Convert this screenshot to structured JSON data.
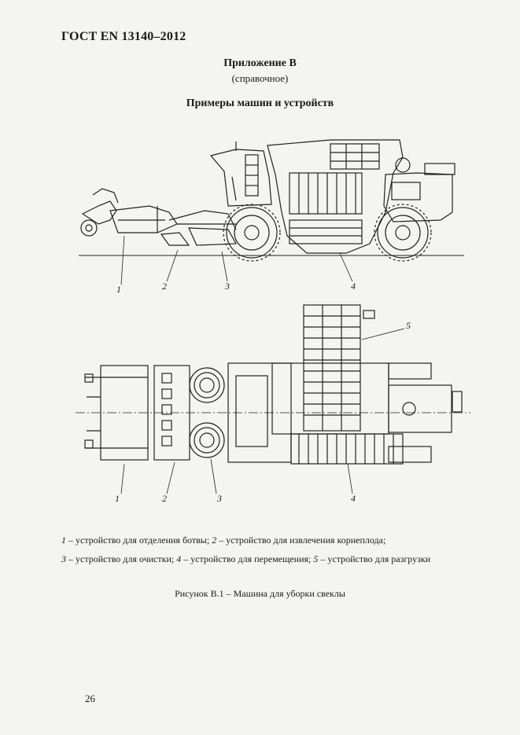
{
  "header": {
    "standard": "ГОСТ EN 13140–2012"
  },
  "appendix": {
    "title": "Приложение В",
    "subtitle": "(справочное)",
    "section_title": "Примеры машин и устройств"
  },
  "figure": {
    "side_callouts": [
      "1",
      "2",
      "3",
      "4"
    ],
    "top_callouts": [
      "1",
      "2",
      "3",
      "4",
      "5"
    ]
  },
  "legend": {
    "n1": "1",
    "t1": " – устройство для отделения ботвы; ",
    "n2": "2",
    "t2": " – устройство для извлечения корнеплода;",
    "n3": "3",
    "t3": " – устройство для очистки; ",
    "n4": "4",
    "t4": " – устройство для перемещения; ",
    "n5": "5",
    "t5": " – устройство для разгрузки"
  },
  "caption": "Рисунок В.1 – Машина для уборки свеклы",
  "page_number": "26"
}
